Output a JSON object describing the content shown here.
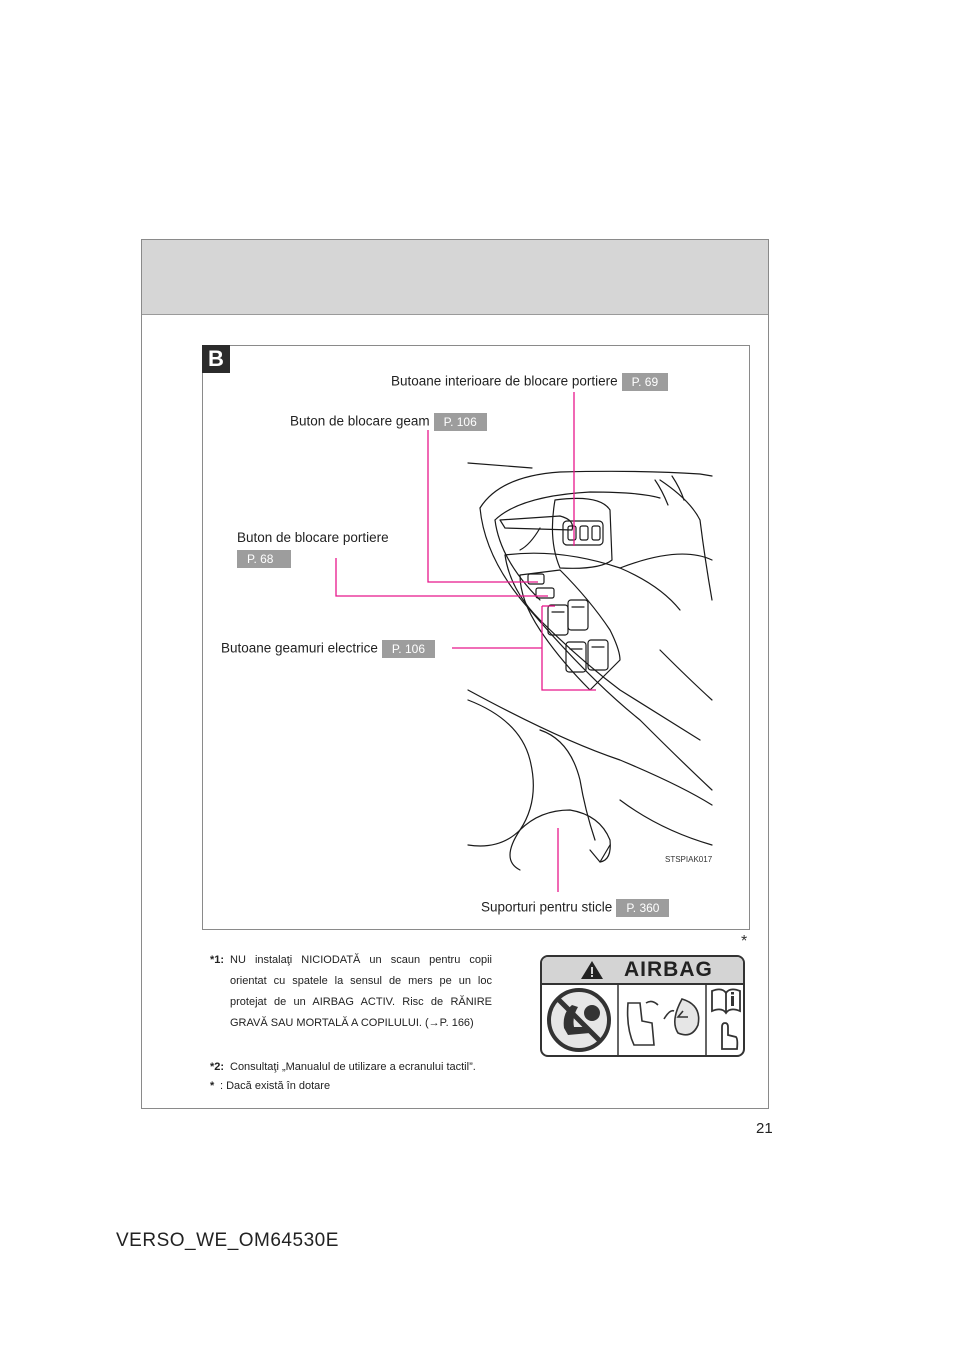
{
  "section": {
    "letter": "B"
  },
  "callouts": {
    "interior_lock": {
      "label": "Butoane interioare de blocare portiere",
      "page": "P. 69"
    },
    "window_lock": {
      "label": "Buton de blocare geam",
      "page": "P. 106"
    },
    "door_lock": {
      "label": "Buton de blocare portiere",
      "page": "P. 68"
    },
    "power_windows": {
      "label": "Butoane geamuri electrice",
      "page": "P. 106"
    },
    "bottle_holders": {
      "label": "Suporturi pentru sticle",
      "page": "P. 360"
    }
  },
  "figure_code": "STSPIAK017",
  "footnote_marker": "*",
  "notes": {
    "note1_mark": "*1:",
    "note1_text": "NU instalaţi NICIODATĂ un scaun pentru copii orientat cu spatele la sensul de mers pe un loc protejat de un AIRBAG ACTIV. Risc de RĂNIRE GRAVĂ SAU MORTALĂ A COPILULUI. (→P. 166)",
    "note2_mark": "*2:",
    "note2_text": "Consultaţi „Manualul de utilizare a ecranului tactil”.",
    "note3_mark": "*",
    "note3_text": ": Dacă există în dotare"
  },
  "airbag_label": {
    "title": "AIRBAG"
  },
  "page_number": "21",
  "doc_code": "VERSO_WE_OM64530E",
  "colors": {
    "leader": "#e8188c",
    "pref_bg": "#9d9d9d",
    "header_band": "#d6d6d6"
  }
}
